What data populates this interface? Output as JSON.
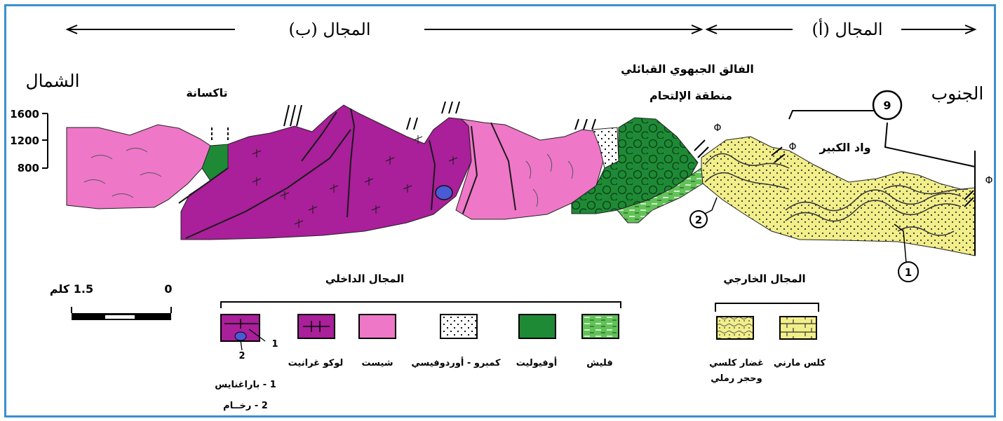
{
  "header": {
    "domain_b": "المجال (ب)",
    "domain_a": "المجال (أ)"
  },
  "directions": {
    "north": "الشمال",
    "south": "الجنوب"
  },
  "places": {
    "taksana": "تاكسانة",
    "fault_line1": "الفالق الجبهوي القبائلي",
    "fault_line2": "منطقة الإلتحام",
    "wad_kabir": "واد الكبير"
  },
  "elevation": {
    "ticks": [
      "1600",
      "1200",
      "800"
    ]
  },
  "callouts": {
    "c9": "9",
    "c2": "2",
    "c1": "1"
  },
  "fault_symbol": "Φ",
  "scale": {
    "left_label": "1.5 كلم",
    "right_label": "0"
  },
  "legend": {
    "internal_title": "المجال الداخلي",
    "external_title": "المجال الخارجي",
    "items": {
      "flysch": "فليش",
      "ophiolite": "أوفيوليت",
      "gabbro": "كمبرو - أوردوفيسي",
      "schist": "شيست",
      "leucogranite": "لوكو غرانيت",
      "paragneiss_num1": "1",
      "paragneiss_num2": "2",
      "note1": "1 - باراغنايس",
      "note2": "2 - رخــام",
      "marly_limestone": "كلس مارني",
      "shale_line1": "غضار كلسي",
      "shale_line2": "وحجر رملي"
    }
  },
  "colors": {
    "schist": "#ee77c8",
    "granite": "#aa1f9a",
    "ophiolite": "#1e8a35",
    "flysch": "#62c258",
    "external": "#f2ef8a",
    "marble": "#4a5bd6",
    "frame": "#3a8fd0"
  }
}
